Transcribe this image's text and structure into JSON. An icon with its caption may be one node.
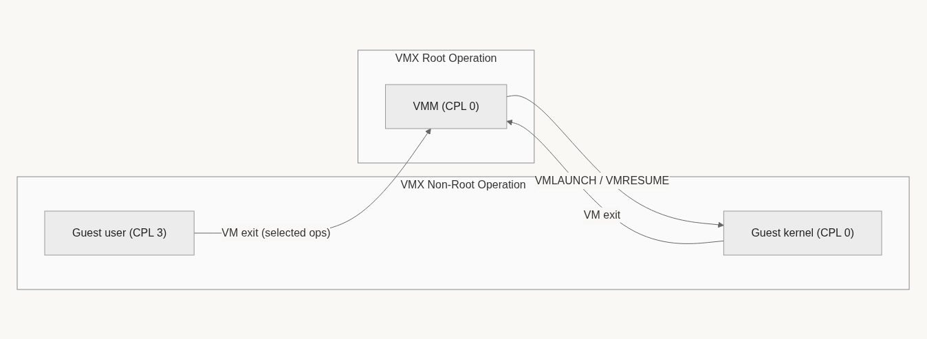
{
  "diagram": {
    "nodes": [
      {
        "text": [
          "VMX Non-Root Operation"
        ]
      },
      {
        "text": [
          "Guest user (CPL 3)"
        ],
        "in": 0
      },
      {
        "text": [
          "Guest kernel (CPL 0)"
        ],
        "in": 0
      },
      {
        "text": [
          "VMX Root Operation"
        ]
      },
      {
        "text": [
          "VMM (CPL 0)"
        ],
        "in": 3
      }
    ],
    "edges": [
      {
        "from": 1,
        "to": 4,
        "arrow": "to",
        "label": "VM exit (selected ops)"
      },
      {
        "from": 4,
        "to": 2,
        "arrow": "to",
        "label": "VMLAUNCH / VMRESUME"
      },
      {
        "from": 2,
        "to": 4,
        "arrow": "to",
        "label": "VM exit"
      }
    ]
  }
}
